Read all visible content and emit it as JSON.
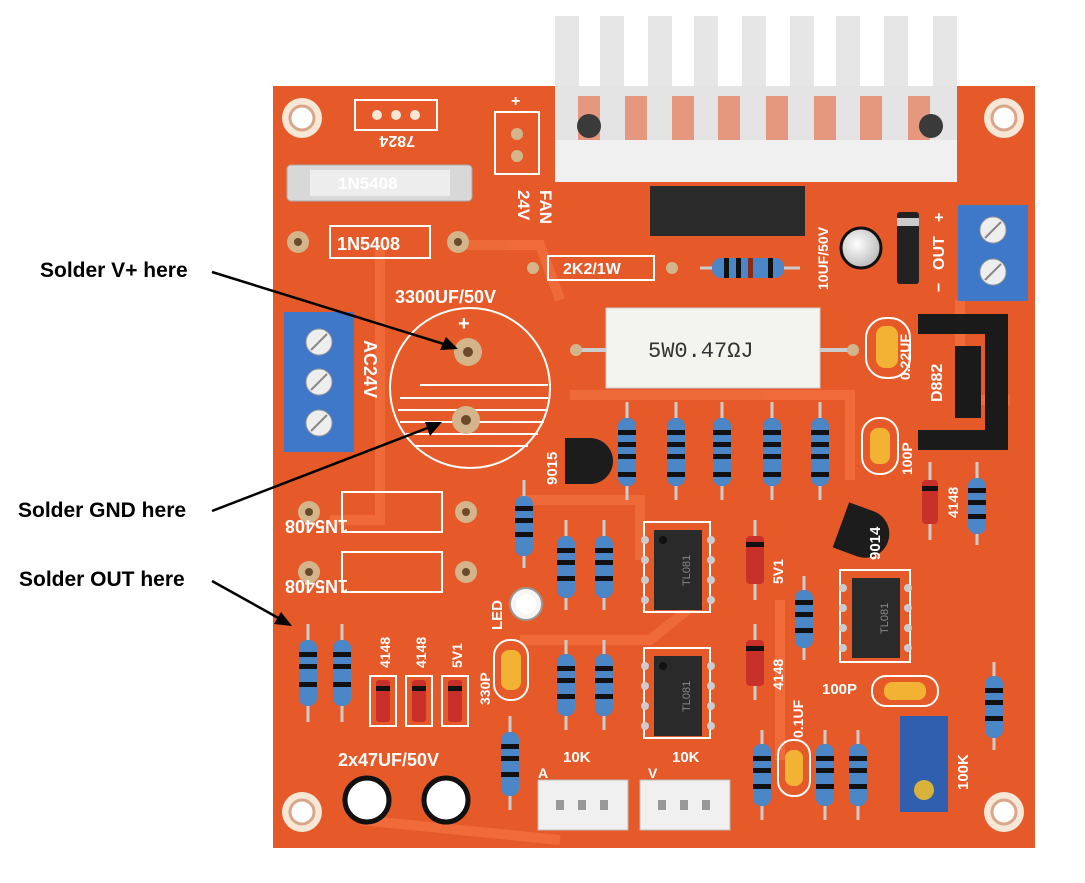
{
  "callouts": {
    "v_plus": "Solder V+ here",
    "gnd": "Solder GND here",
    "out": "Solder OUT here"
  },
  "board": {
    "regulator_label": "7824",
    "fuse_label": "1N5408",
    "diode_top_label": "1N5408",
    "fan_label_line1": "FAN",
    "fan_label_line2": "24V",
    "fan_plus": "+",
    "resistor_2k2": "2K2/1W",
    "cap_main_label": "3300UF/50V",
    "cap_main_plus": "+",
    "ac_label": "AC24V",
    "power_resistor_label": "5W0.47ΩJ",
    "cap_10uf": "10UF/50V",
    "out_label": "OUT",
    "out_plus": "+",
    "out_minus": "−",
    "cap_022": "0.22UF",
    "transistor_d882": "D882",
    "transistor_9015": "9015",
    "transistor_9014": "9014",
    "cap_100p_a": "100P",
    "cap_100p_b": "100P",
    "diode_4148_right": "4148",
    "diode_5v1_mid": "5V1",
    "diode_4148_mid": "4148",
    "ic1_label": "TL081",
    "ic2_label": "TL081",
    "ic3_label": "TL081",
    "diode_left_1": "1N5408",
    "diode_left_2": "1N5408",
    "diode_bottom_1": "4148",
    "diode_bottom_2": "4148",
    "diode_bottom_3": "5V1",
    "led_label": "LED",
    "cap_330p": "330P",
    "cap_01uf": "0.1UF",
    "cap_47uf": "2x47UF/50V",
    "pot_a_letter": "A",
    "pot_a_value": "10K",
    "pot_v_letter": "V",
    "pot_v_value": "10K",
    "trimmer_label": "100K"
  },
  "colors": {
    "pcb": "#e65a2a",
    "trace": "#f06a36",
    "terminal_blue": "#3f78c9",
    "heatsink": "#e2e2e2",
    "silkscreen": "#ffffff"
  }
}
